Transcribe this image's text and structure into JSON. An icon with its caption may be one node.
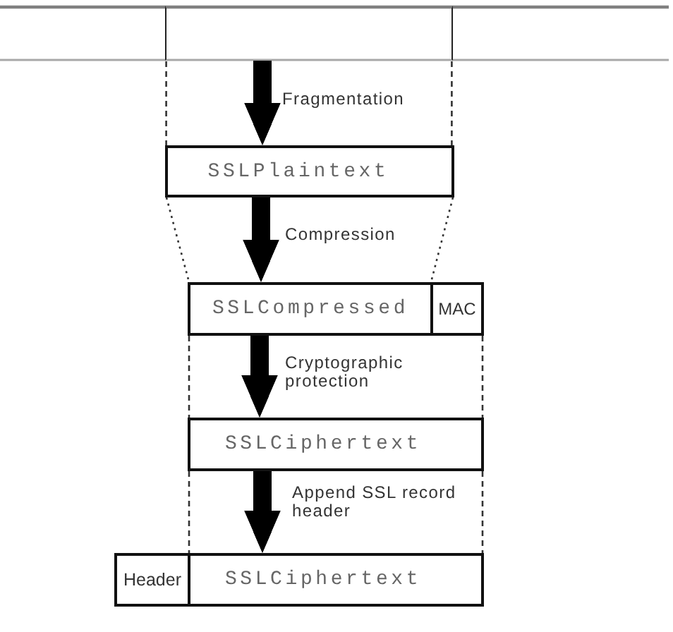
{
  "diagram": {
    "nodes": [
      {
        "text": [],
        "shape": "box"
      },
      {
        "text": [
          "SSLPlaintext"
        ]
      },
      {
        "text": [
          "SSLCompressed"
        ]
      },
      {
        "text": [
          "MAC"
        ]
      },
      {
        "text": [
          "SSLCiphertext"
        ]
      },
      {
        "text": [
          "Header"
        ]
      },
      {
        "text": [
          "SSLCiphertext"
        ]
      }
    ],
    "edges": [
      {
        "from": 0,
        "to": 1,
        "arrow": "to",
        "label": "Fragmentation"
      },
      {
        "from": 1,
        "to": 2,
        "arrow": "to",
        "label": "Compression"
      },
      {
        "from": 2,
        "to": 4,
        "arrow": "to",
        "label": "Cryptographic protection"
      },
      {
        "from": 4,
        "to": 6,
        "arrow": "to",
        "label": "Append SSL record header"
      }
    ]
  }
}
